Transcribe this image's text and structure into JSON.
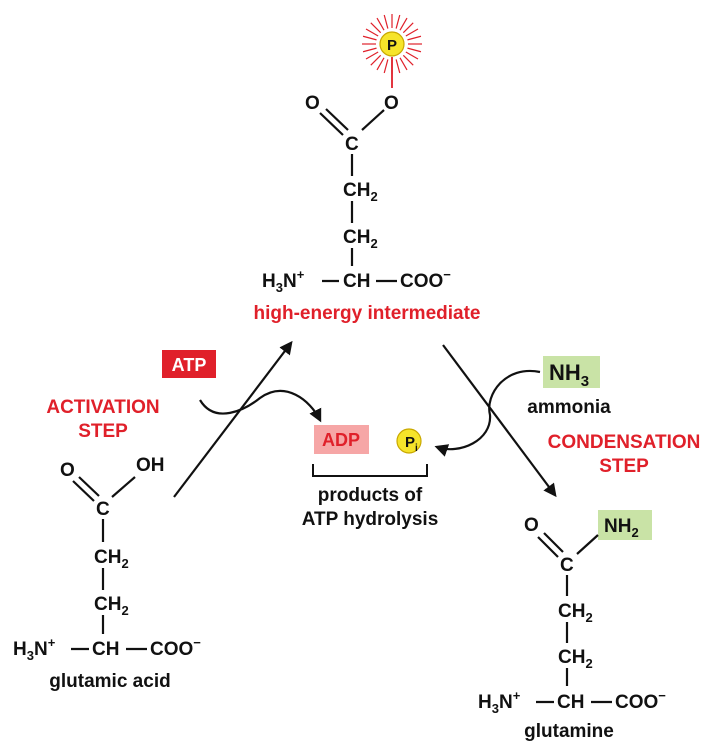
{
  "colors": {
    "red": "#e0202a",
    "atp_box": "#e0202a",
    "adp_box": "#f6a6a6",
    "nh_box": "#c9e3a6",
    "phosphate": "#f6e42a",
    "burst": "#e0202a"
  },
  "intermediate": {
    "phosphate": "P",
    "o_left": "O",
    "o_right": "O",
    "c": "C",
    "ch2_a": "CH",
    "ch2_a_sub": "2",
    "ch2_b": "CH",
    "ch2_b_sub": "2",
    "h3n": "H",
    "h3n_sub": "3",
    "h3n_n": "N",
    "h3n_sup": "+",
    "ch": "CH",
    "coo": "COO",
    "coo_sup": "−",
    "label": "high-energy intermediate"
  },
  "glutamic_acid": {
    "o": "O",
    "oh": "OH",
    "c": "C",
    "ch2_a": "CH",
    "ch2_a_sub": "2",
    "ch2_b": "CH",
    "ch2_b_sub": "2",
    "h3n": "H",
    "h3n_sub": "3",
    "h3n_n": "N",
    "h3n_sup": "+",
    "ch": "CH",
    "coo": "COO",
    "coo_sup": "−",
    "label": "glutamic acid"
  },
  "glutamine": {
    "o": "O",
    "nh2": "NH",
    "nh2_sub": "2",
    "c": "C",
    "ch2_a": "CH",
    "ch2_a_sub": "2",
    "ch2_b": "CH",
    "ch2_b_sub": "2",
    "h3n": "H",
    "h3n_sub": "3",
    "h3n_n": "N",
    "h3n_sup": "+",
    "ch": "CH",
    "coo": "COO",
    "coo_sup": "−",
    "label": "glutamine"
  },
  "reagents": {
    "atp": "ATP",
    "adp": "ADP",
    "pi": "P",
    "pi_sub": "i",
    "nh3": "NH",
    "nh3_sub": "3",
    "ammonia": "ammonia",
    "products_line1": "products of",
    "products_line2": "ATP hydrolysis"
  },
  "steps": {
    "activation_line1": "ACTIVATION",
    "activation_line2": "STEP",
    "condensation_line1": "CONDENSATION",
    "condensation_line2": "STEP"
  }
}
